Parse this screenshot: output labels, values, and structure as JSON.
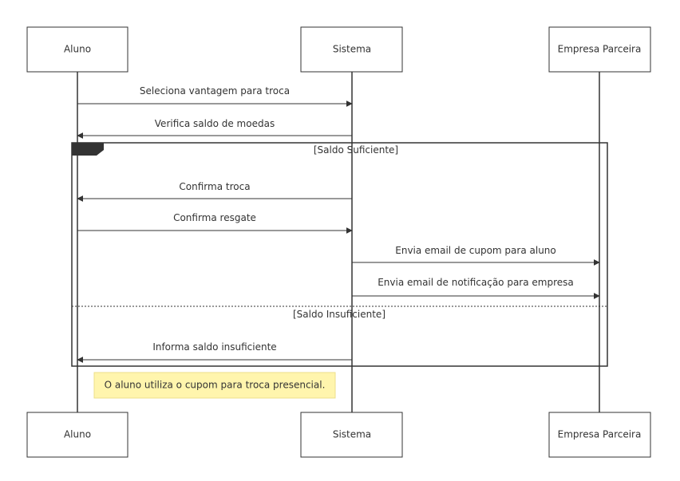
{
  "actors": [
    {
      "id": "aluno",
      "label": "Aluno"
    },
    {
      "id": "sistema",
      "label": "Sistema"
    },
    {
      "id": "empresa",
      "label": "Empresa Parceira"
    }
  ],
  "messages": [
    {
      "from": "aluno",
      "to": "sistema",
      "label": "Seleciona vantagem para troca"
    },
    {
      "from": "sistema",
      "to": "aluno",
      "label": "Verifica saldo de moedas"
    },
    {
      "from": "sistema",
      "to": "aluno",
      "label": "Confirma troca"
    },
    {
      "from": "aluno",
      "to": "sistema",
      "label": "Confirma resgate"
    },
    {
      "from": "sistema",
      "to": "empresa",
      "label": "Envia email de cupom para aluno"
    },
    {
      "from": "sistema",
      "to": "empresa",
      "label": "Envia email de notificação para empresa"
    },
    {
      "from": "sistema",
      "to": "aluno",
      "label": "Informa saldo insuficiente"
    }
  ],
  "alt_frame": {
    "condition_1": "[Saldo Suficiente]",
    "condition_2": "[Saldo Insuficiente]"
  },
  "note": {
    "text": "O aluno utiliza o cupom para troca presencial."
  },
  "colors": {
    "line": "#333333",
    "note_fill": "#fff5ad",
    "note_border": "#ecdf8a"
  }
}
